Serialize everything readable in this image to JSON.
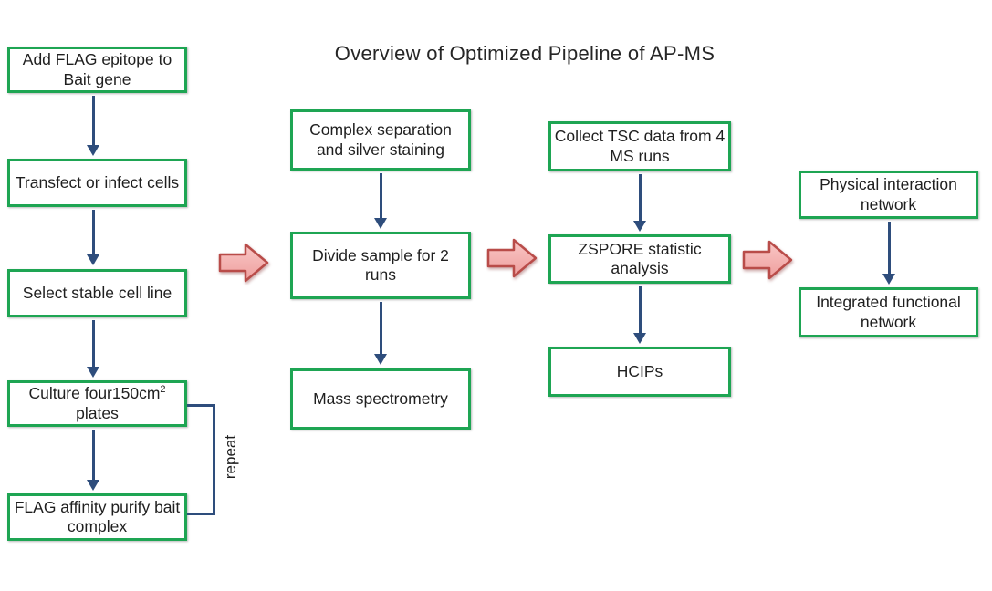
{
  "slide": {
    "title": "Overview of Optimized Pipeline of AP-MS"
  },
  "flowchart": {
    "column1": {
      "box1": "Add FLAG epitope to Bait gene",
      "box2": "Transfect or infect cells",
      "box3": "Select stable cell line",
      "box4": {
        "text": "Culture four150cm",
        "superscript": "2",
        "text_after": " plates"
      },
      "box5": "FLAG affinity purify bait complex",
      "repeat_label": "repeat"
    },
    "column2": {
      "box1": "Complex separation and silver staining",
      "box2": "Divide sample for 2 runs",
      "box3": "Mass spectrometry"
    },
    "column3": {
      "box1": "Collect TSC data from 4 MS runs",
      "box2": "ZSPORE statistic analysis",
      "box3": "HCIPs"
    },
    "column4": {
      "box1": "Physical interaction network",
      "box2": "Integrated functional network"
    }
  },
  "colors": {
    "box_border_green": "#1ea553",
    "connector_blue": "#2e4d7c",
    "block_arrow_fill_top": "#f8c3c2",
    "block_arrow_fill_bottom": "#ee9e9d",
    "block_arrow_border": "#b94c49",
    "text": "#1f1f1f",
    "title_text": "#262626"
  }
}
